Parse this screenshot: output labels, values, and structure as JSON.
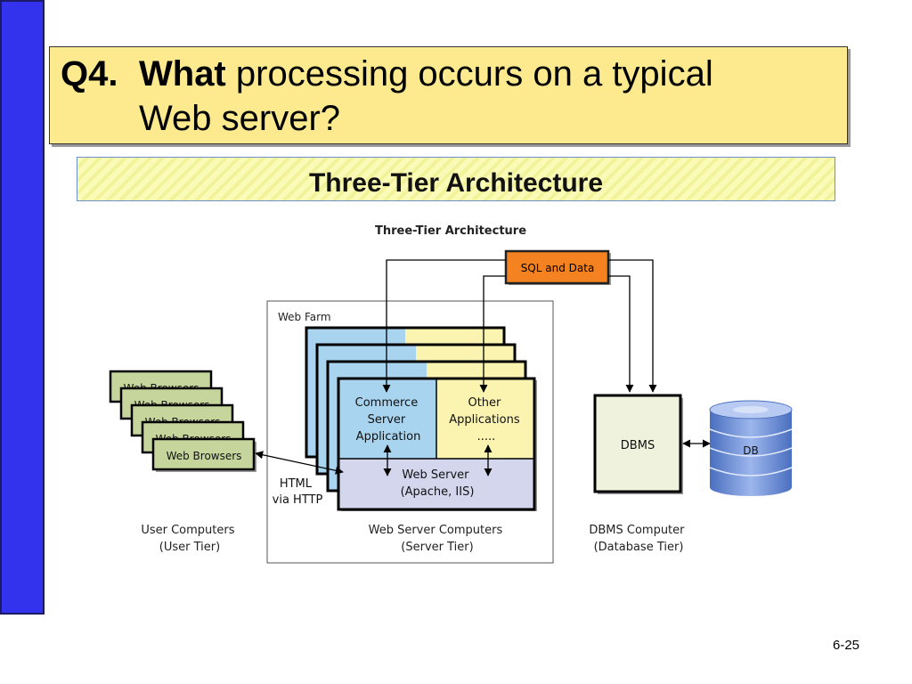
{
  "slide": {
    "question_number": "Q4.",
    "question_bold": "What",
    "question_rest_line1": " processing occurs on a typical",
    "question_line2": "Web server?",
    "banner_title": "Three-Tier Architecture",
    "page_number": "6-25"
  },
  "diagram": {
    "title": "Three-Tier Architecture",
    "sql_label": "SQL and Data",
    "web_farm_label": "Web Farm",
    "browser_label": "Web Browsers",
    "commerce_lines": [
      "Commerce",
      "Server",
      "Application"
    ],
    "other_lines": [
      "Other",
      "Applications",
      "....."
    ],
    "webserver_lines": [
      "Web Server",
      "(Apache, IIS)"
    ],
    "html_lines": [
      "HTML",
      "via HTTP"
    ],
    "dbms_label": "DBMS",
    "db_label": "DB",
    "tiers": {
      "user": [
        "User Computers",
        "(User Tier)"
      ],
      "server": [
        "Web Server Computers",
        "(Server Tier)"
      ],
      "database": [
        "DBMS Computer",
        "(Database Tier)"
      ]
    }
  },
  "colors": {
    "title_fill": "#fde98e",
    "side_bar": "#3333ee",
    "sql_box": "#f58220",
    "browser_fill": "#c6d59c",
    "commerce_fill": "#a8d4ef",
    "other_fill": "#fbf4b0",
    "webserver_fill": "#d4d6ee",
    "dbms_fill": "#eff2dc",
    "db_fill": "#6b8fd8"
  }
}
